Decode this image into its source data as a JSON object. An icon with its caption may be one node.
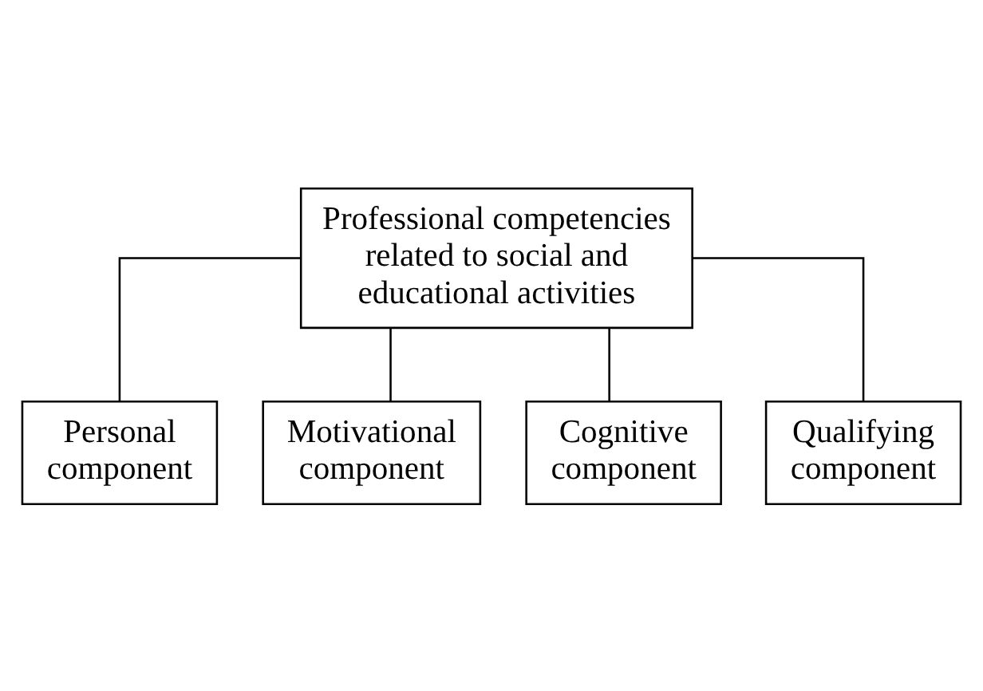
{
  "diagram": {
    "nodes": [
      {
        "text": [
          "Professional competencies related to social and educational activities"
        ]
      },
      {
        "text": [
          "Personal component"
        ]
      },
      {
        "text": [
          "Motivational component"
        ]
      },
      {
        "text": [
          "Cognitive component"
        ]
      },
      {
        "text": [
          "Qualifying component"
        ]
      }
    ],
    "edges": [
      {
        "from": 0,
        "to": 1,
        "arrow": "none"
      },
      {
        "from": 0,
        "to": 2,
        "arrow": "none"
      },
      {
        "from": 0,
        "to": 3,
        "arrow": "none"
      },
      {
        "from": 0,
        "to": 4,
        "arrow": "none"
      }
    ]
  }
}
